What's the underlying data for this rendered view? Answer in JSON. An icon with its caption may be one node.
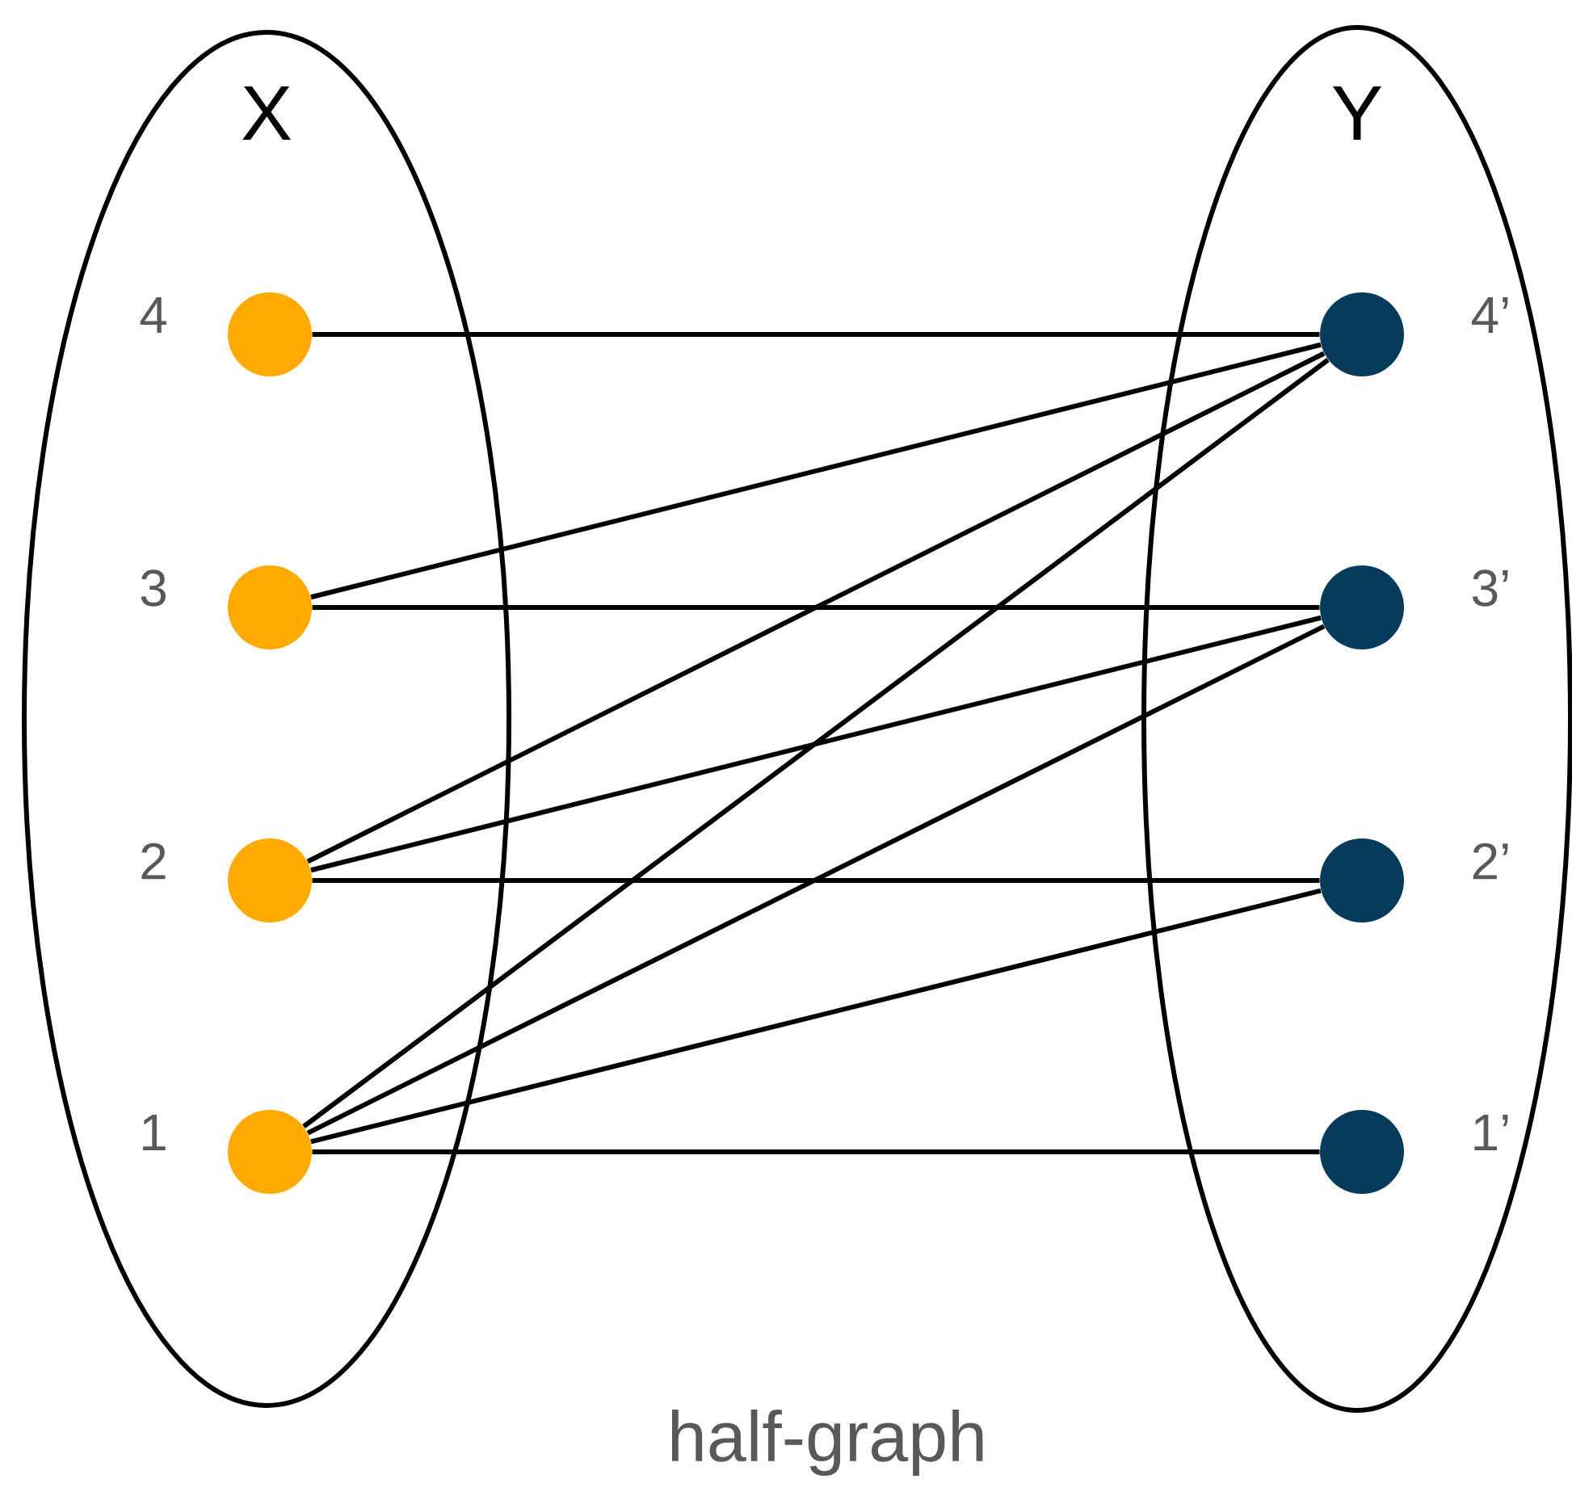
{
  "diagram": {
    "caption": "half-graph",
    "nodes": [
      {
        "text": [
          "X"
        ]
      },
      {
        "text": [],
        "shape": "circle",
        "in": 0,
        "beside": [
          "4"
        ]
      },
      {
        "text": [],
        "shape": "circle",
        "in": 0,
        "beside": [
          "3"
        ]
      },
      {
        "text": [],
        "shape": "circle",
        "in": 0,
        "beside": [
          "2"
        ]
      },
      {
        "text": [],
        "shape": "circle",
        "in": 0,
        "beside": [
          "1"
        ]
      },
      {
        "text": [
          "Y"
        ]
      },
      {
        "text": [],
        "shape": "circle",
        "in": 5,
        "beside": [
          "4’"
        ]
      },
      {
        "text": [],
        "shape": "circle",
        "in": 5,
        "beside": [
          "3’"
        ]
      },
      {
        "text": [],
        "shape": "circle",
        "in": 5,
        "beside": [
          "2’"
        ]
      },
      {
        "text": [],
        "shape": "circle",
        "in": 5,
        "beside": [
          "1’"
        ]
      }
    ],
    "edges": [
      {
        "from": 1,
        "to": 6,
        "arrow": "none"
      },
      {
        "from": 2,
        "to": 6,
        "arrow": "none"
      },
      {
        "from": 2,
        "to": 7,
        "arrow": "none"
      },
      {
        "from": 3,
        "to": 6,
        "arrow": "none"
      },
      {
        "from": 3,
        "to": 7,
        "arrow": "none"
      },
      {
        "from": 3,
        "to": 8,
        "arrow": "none"
      },
      {
        "from": 4,
        "to": 6,
        "arrow": "none"
      },
      {
        "from": 4,
        "to": 7,
        "arrow": "none"
      },
      {
        "from": 4,
        "to": 8,
        "arrow": "none"
      },
      {
        "from": 4,
        "to": 9,
        "arrow": "none"
      }
    ]
  }
}
